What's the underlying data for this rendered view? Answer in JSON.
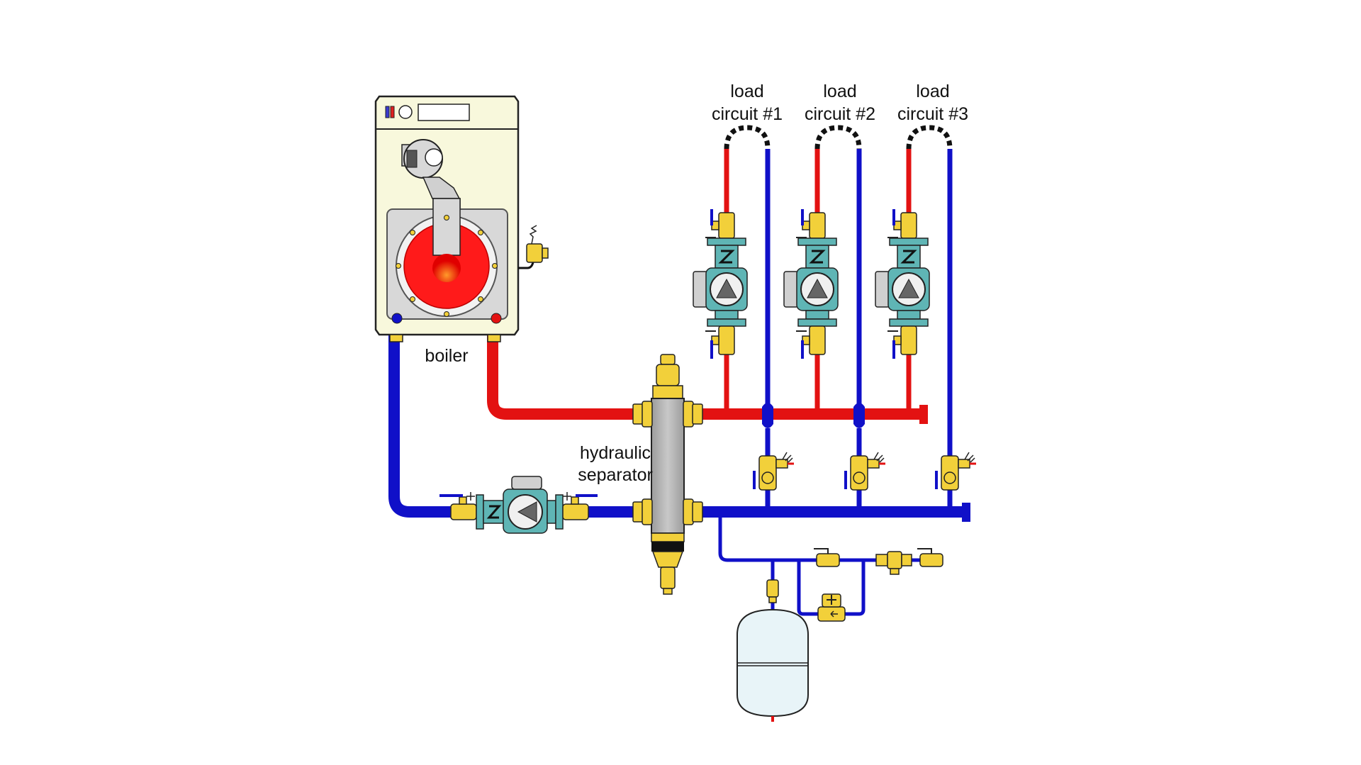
{
  "labels": {
    "boiler": "boiler",
    "hydraulic_separator_line1": "hydraulic",
    "hydraulic_separator_line2": "separator",
    "load_word": "load",
    "circuit1": "circuit #1",
    "circuit2": "circuit #2",
    "circuit3": "circuit #3"
  },
  "colors": {
    "supply": "#e31212",
    "return": "#1010c8",
    "brass": "#f2d03a",
    "pump_body": "#5fb5b5",
    "separator": "#b8b8b8",
    "boiler_case": "#f8f8dc",
    "tank": "#e8f4f8",
    "burner": "#ff1a1a"
  },
  "icons": [
    "boiler-icon",
    "burner-icon",
    "circulator-pump-icon",
    "ball-valve-icon",
    "check-valve-icon",
    "pressure-relief-valve-icon",
    "air-vent-icon",
    "expansion-tank-icon",
    "pressure-reducing-valve-icon",
    "backflow-preventer-icon",
    "purge-valve-icon"
  ]
}
